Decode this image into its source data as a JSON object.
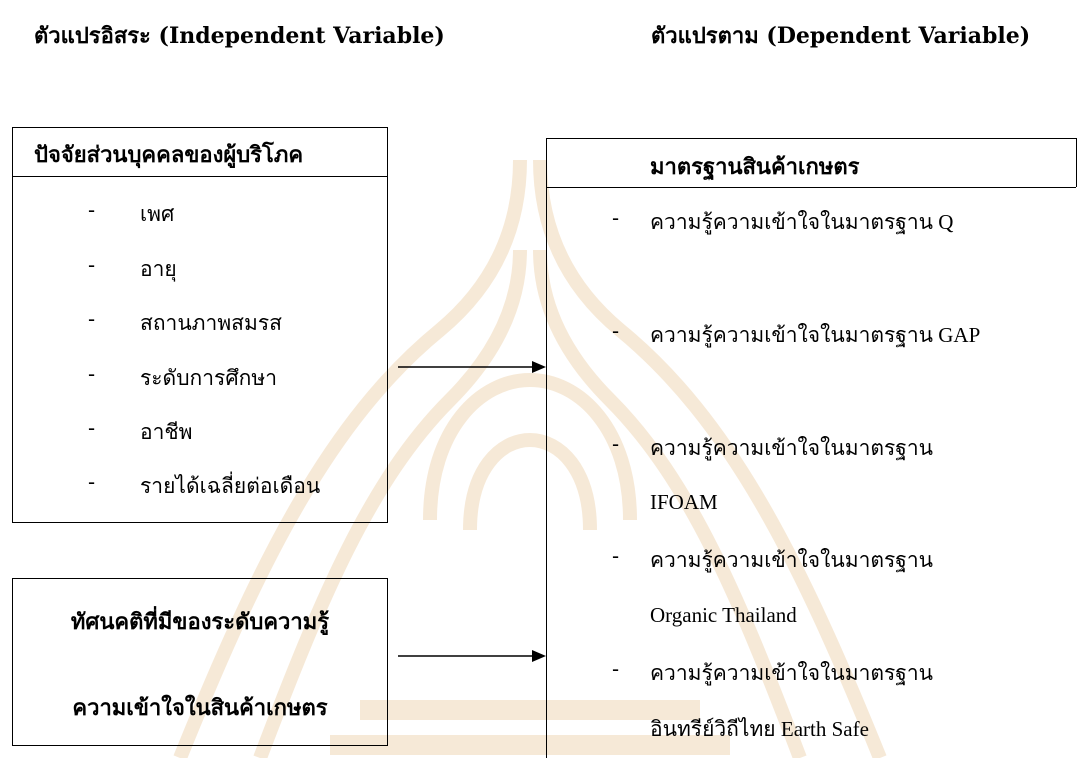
{
  "headers": {
    "independent": "ตัวแปรอิสระ (Independent Variable)",
    "dependent": "ตัวแปรตาม (Dependent Variable)"
  },
  "personal_box": {
    "title": "ปัจจัยส่วนบุคคลของผู้บริโภค",
    "items": [
      "เพศ",
      "อายุ",
      "สถานภาพสมรส",
      "ระดับการศึกษา",
      "อาชีพ",
      "รายได้เฉลี่ยต่อเดือน"
    ]
  },
  "attitude_box": {
    "line1": "ทัศนคติที่มีของระดับความรู้",
    "line2": "ความเข้าใจในสินค้าเกษตร"
  },
  "standards_box": {
    "title": "มาตรฐานสินค้าเกษตร",
    "items": [
      {
        "line1": "ความรู้ความเข้าใจในมาตรฐาน Q",
        "line2": ""
      },
      {
        "line1": "ความรู้ความเข้าใจในมาตรฐาน GAP",
        "line2": ""
      },
      {
        "line1": "ความรู้ความเข้าใจในมาตรฐาน",
        "line2": "IFOAM"
      },
      {
        "line1": "ความรู้ความเข้าใจในมาตรฐาน",
        "line2": "Organic Thailand"
      },
      {
        "line1": "ความรู้ความเข้าใจในมาตรฐาน",
        "line2": "อินทรีย์วิถีไทย Earth Safe"
      }
    ]
  },
  "dash_symbol": "-",
  "watermark_color": "#e8c9a0"
}
